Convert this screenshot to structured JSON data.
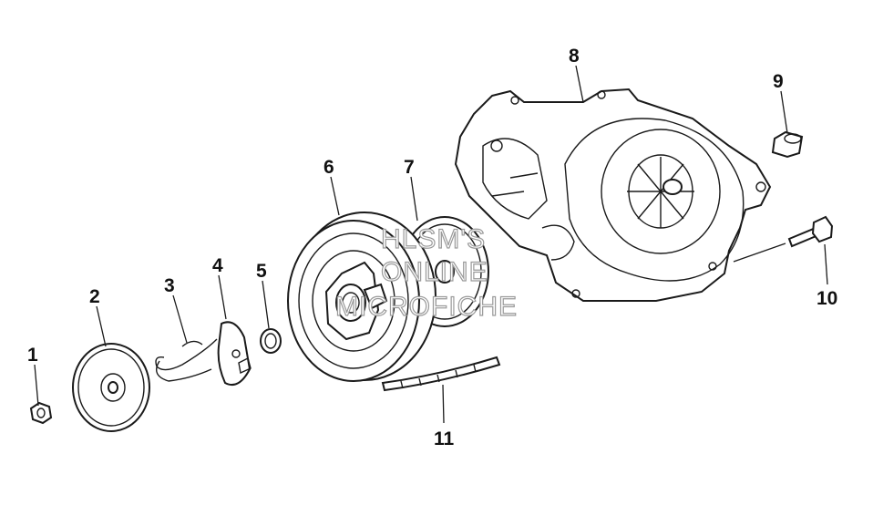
{
  "diagram": {
    "callouts": [
      {
        "id": "1",
        "label": "1"
      },
      {
        "id": "2",
        "label": "2"
      },
      {
        "id": "3",
        "label": "3"
      },
      {
        "id": "4",
        "label": "4"
      },
      {
        "id": "5",
        "label": "5"
      },
      {
        "id": "6",
        "label": "6"
      },
      {
        "id": "7",
        "label": "7"
      },
      {
        "id": "8",
        "label": "8"
      },
      {
        "id": "9",
        "label": "9"
      },
      {
        "id": "10",
        "label": "10"
      },
      {
        "id": "11",
        "label": "11"
      }
    ],
    "watermark": {
      "line1": "HLSM'S",
      "line2": "ONLINE",
      "line3": "MICROFICHE"
    },
    "colors": {
      "line": "#1a1a1a",
      "background": "#ffffff",
      "watermark_outline": "#9a9a9a"
    }
  }
}
